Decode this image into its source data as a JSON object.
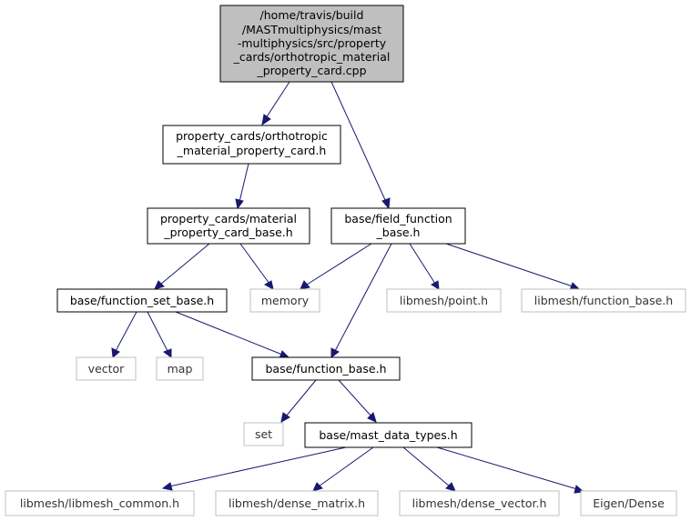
{
  "colors": {
    "root_fill": "#bfbfbf",
    "node_stroke": "#000000",
    "external_stroke": "#bfbfbf",
    "edge": "#191970"
  },
  "nodes": {
    "root": {
      "lines": [
        "/home/travis/build",
        "/MASTmultiphysics/mast",
        "-multiphysics/src/property",
        "_cards/orthotropic_material",
        "_property_card.cpp"
      ]
    },
    "ortho_h": {
      "lines": [
        "property_cards/orthotropic",
        "_material_property_card.h"
      ]
    },
    "material_base": {
      "lines": [
        "property_cards/material",
        "_property_card_base.h"
      ]
    },
    "field_function": {
      "lines": [
        "base/field_function",
        "_base.h"
      ]
    },
    "function_set": {
      "lines": [
        "base/function_set_base.h"
      ]
    },
    "memory": {
      "lines": [
        "memory"
      ]
    },
    "point": {
      "lines": [
        "libmesh/point.h"
      ]
    },
    "lm_function_base": {
      "lines": [
        "libmesh/function_base.h"
      ]
    },
    "vector": {
      "lines": [
        "vector"
      ]
    },
    "map": {
      "lines": [
        "map"
      ]
    },
    "function_base": {
      "lines": [
        "base/function_base.h"
      ]
    },
    "set": {
      "lines": [
        "set"
      ]
    },
    "mast_types": {
      "lines": [
        "base/mast_data_types.h"
      ]
    },
    "libmesh_common": {
      "lines": [
        "libmesh/libmesh_common.h"
      ]
    },
    "dense_matrix": {
      "lines": [
        "libmesh/dense_matrix.h"
      ]
    },
    "dense_vector": {
      "lines": [
        "libmesh/dense_vector.h"
      ]
    },
    "eigen": {
      "lines": [
        "Eigen/Dense"
      ]
    }
  }
}
